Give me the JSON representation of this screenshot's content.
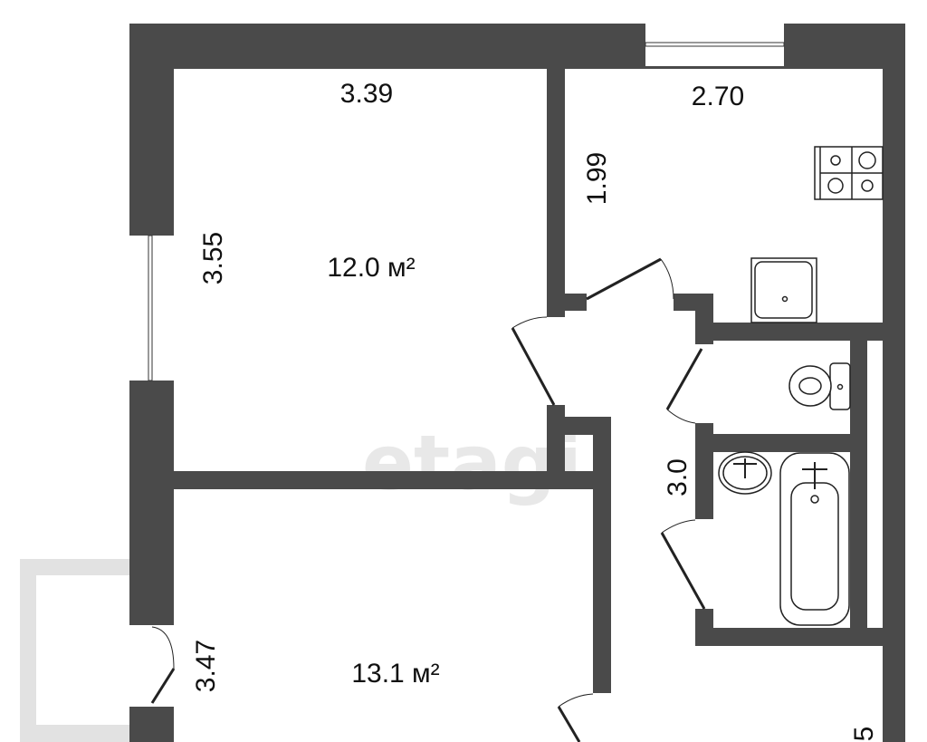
{
  "plan": {
    "wall_color": "#4a4a4a",
    "watermark": "etagi",
    "rooms": [
      {
        "name": "room-1",
        "area": "12.0 м²",
        "width": "3.39",
        "length": "3.55"
      },
      {
        "name": "kitchen",
        "width": "2.70",
        "length": "1.99"
      },
      {
        "name": "room-2",
        "area": "13.1 м²",
        "length": "3.47"
      },
      {
        "name": "hallway",
        "length": "3.0"
      }
    ],
    "partial_label": "5"
  }
}
